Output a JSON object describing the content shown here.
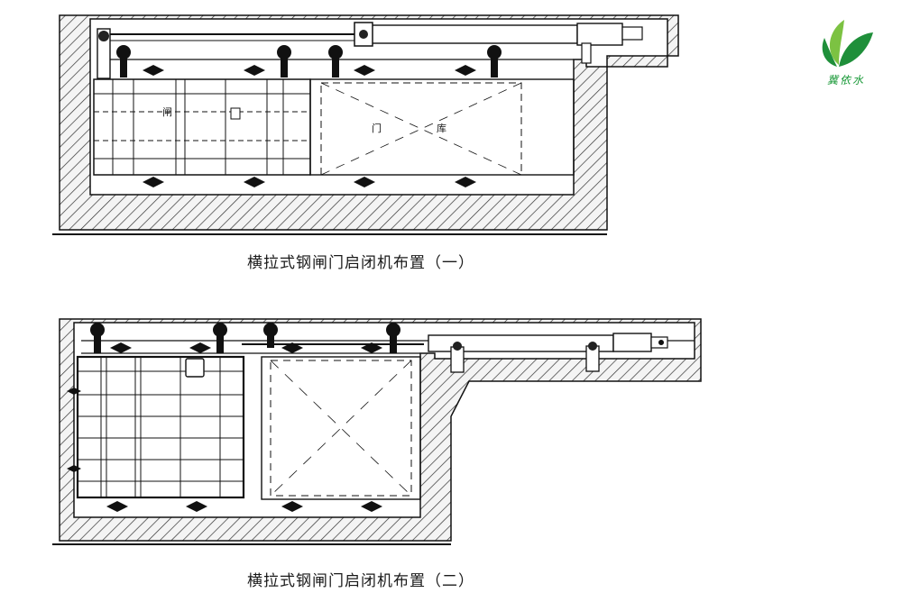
{
  "diagram": {
    "caption_1": "横拉式钢闸门启闭机布置（一）",
    "caption_2": "横拉式钢闸门启闭机布置（二）",
    "label_gate_door": "门",
    "label_gate_warehouse": "库",
    "label_gate_mark": "闸"
  },
  "logo": {
    "text": "冀依水",
    "color_dark": "#1f8f3a",
    "color_light": "#7cc242"
  },
  "colors": {
    "ink": "#111111",
    "hatch": "#333333"
  }
}
